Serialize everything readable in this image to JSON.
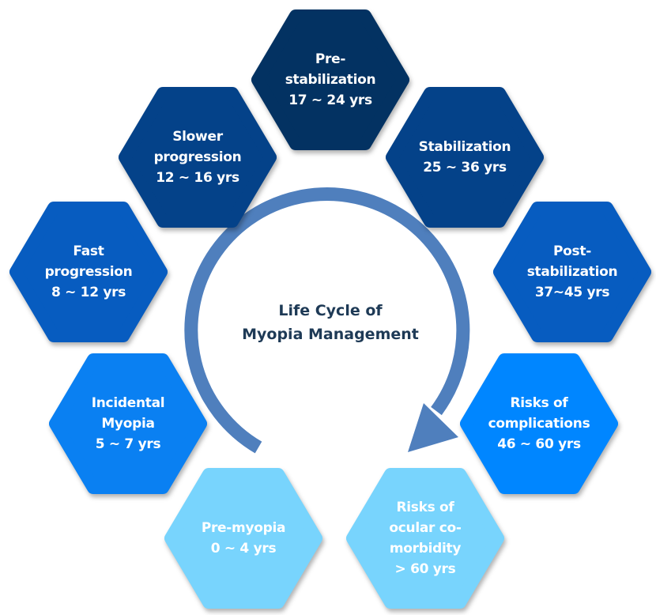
{
  "title": {
    "line1": "Life Cycle of",
    "line2": "Myopia Management"
  },
  "colors": {
    "arrow": "#4f7fbd",
    "title": "#1e3a56"
  },
  "stages": [
    {
      "id": "pre-myopia",
      "lines": [
        "Pre-myopia",
        "0 ~ 4 yrs"
      ],
      "color": "#78d4fd"
    },
    {
      "id": "incidental-myopia",
      "lines": [
        "Incidental",
        "Myopia",
        "5 ~ 7 yrs"
      ],
      "color": "#0a80f2"
    },
    {
      "id": "fast-progression",
      "lines": [
        "Fast",
        "progression",
        "8 ~ 12 yrs"
      ],
      "color": "#075cc0"
    },
    {
      "id": "slower-progression",
      "lines": [
        "Slower",
        "progression",
        "12 ~ 16 yrs"
      ],
      "color": "#044289"
    },
    {
      "id": "pre-stabilization",
      "lines": [
        "Pre-",
        "stabilization",
        "17 ~ 24 yrs"
      ],
      "color": "#033262"
    },
    {
      "id": "stabilization",
      "lines": [
        "Stabilization",
        "25 ~ 36 yrs"
      ],
      "color": "#044289"
    },
    {
      "id": "post-stabilization",
      "lines": [
        "Post-",
        "stabilization",
        "37~45 yrs"
      ],
      "color": "#075cc0"
    },
    {
      "id": "risks-of-complications",
      "lines": [
        "Risks of",
        "complications",
        "46 ~ 60 yrs"
      ],
      "color": "#0086ff"
    },
    {
      "id": "risks-of-ocular-comorbidity",
      "lines": [
        "Risks of",
        "ocular co-",
        "morbidity",
        "> 60 yrs"
      ],
      "color": "#78d4fd"
    }
  ]
}
